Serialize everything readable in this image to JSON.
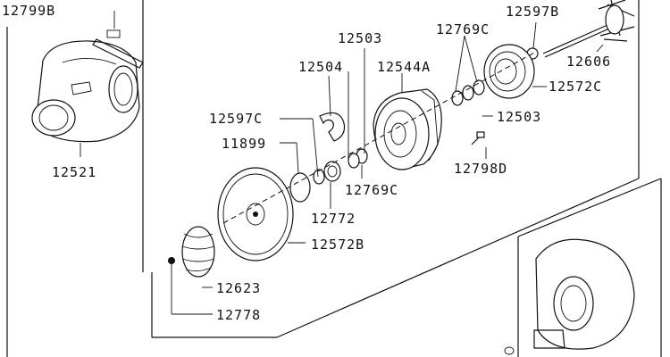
{
  "parts": [
    {
      "id": "p-12799b",
      "label": "12799B"
    },
    {
      "id": "p-12521",
      "label": "12521"
    },
    {
      "id": "p-12503-top",
      "label": "12503"
    },
    {
      "id": "p-12769c-top",
      "label": "12769C"
    },
    {
      "id": "p-12597b",
      "label": "12597B"
    },
    {
      "id": "p-12504",
      "label": "12504"
    },
    {
      "id": "p-12544a",
      "label": "12544A"
    },
    {
      "id": "p-12606",
      "label": "12606"
    },
    {
      "id": "p-12572c",
      "label": "12572C"
    },
    {
      "id": "p-12597c",
      "label": "12597C"
    },
    {
      "id": "p-12503-right",
      "label": "12503"
    },
    {
      "id": "p-11899",
      "label": "11899"
    },
    {
      "id": "p-12798d",
      "label": "12798D"
    },
    {
      "id": "p-12769c-bottom",
      "label": "12769C"
    },
    {
      "id": "p-12772",
      "label": "12772"
    },
    {
      "id": "p-12572b",
      "label": "12572B"
    },
    {
      "id": "p-12623",
      "label": "12623"
    },
    {
      "id": "p-12778",
      "label": "12778"
    }
  ]
}
